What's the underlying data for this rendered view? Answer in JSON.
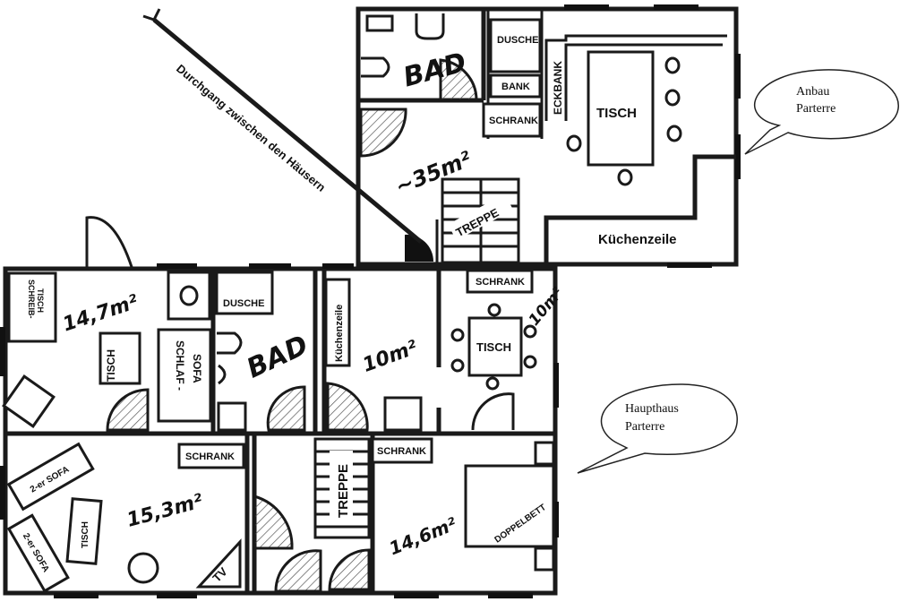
{
  "annex": {
    "bubble_lines": [
      "Anbau",
      "Parterre"
    ],
    "bad": "BAD",
    "dusche": "DUSCHE",
    "bank": "BANK",
    "eckbank": "ECKBANK",
    "schrank": "SCHRANK",
    "tisch": "TISCH",
    "area": "~35m²",
    "treppe": "TREPPE",
    "kuechenzeile": "Küchenzeile"
  },
  "passage_label": "Durchgang zwischen den Häusern",
  "main": {
    "bubble_lines": [
      "Haupthaus",
      "Parterre"
    ],
    "room1_area": "14,7m²",
    "schreibtisch_lines": [
      "SCHREIB-",
      "TISCH"
    ],
    "tisch_small": "TISCH",
    "schlafsofa_lines": [
      "SCHLAF -",
      "SOFA"
    ],
    "dusche": "DUSCHE",
    "bad": "BAD",
    "kuechenzeile": "Küchenzeile",
    "kitchen_area": "10m²",
    "schrank_top": "SCHRANK",
    "dining_tisch": "TISCH",
    "dining_area": "10m²",
    "living_area": "15,3m²",
    "sofa1": "2-er SOFA",
    "sofa2": "2-er SOFA",
    "tisch_living": "TISCH",
    "tv": "TV",
    "schrank_living": "SCHRANK",
    "treppe": "TREPPE",
    "schrank_bed": "SCHRANK",
    "doppelbett": "DOPPELBETT",
    "bed_area": "14,6m²"
  }
}
